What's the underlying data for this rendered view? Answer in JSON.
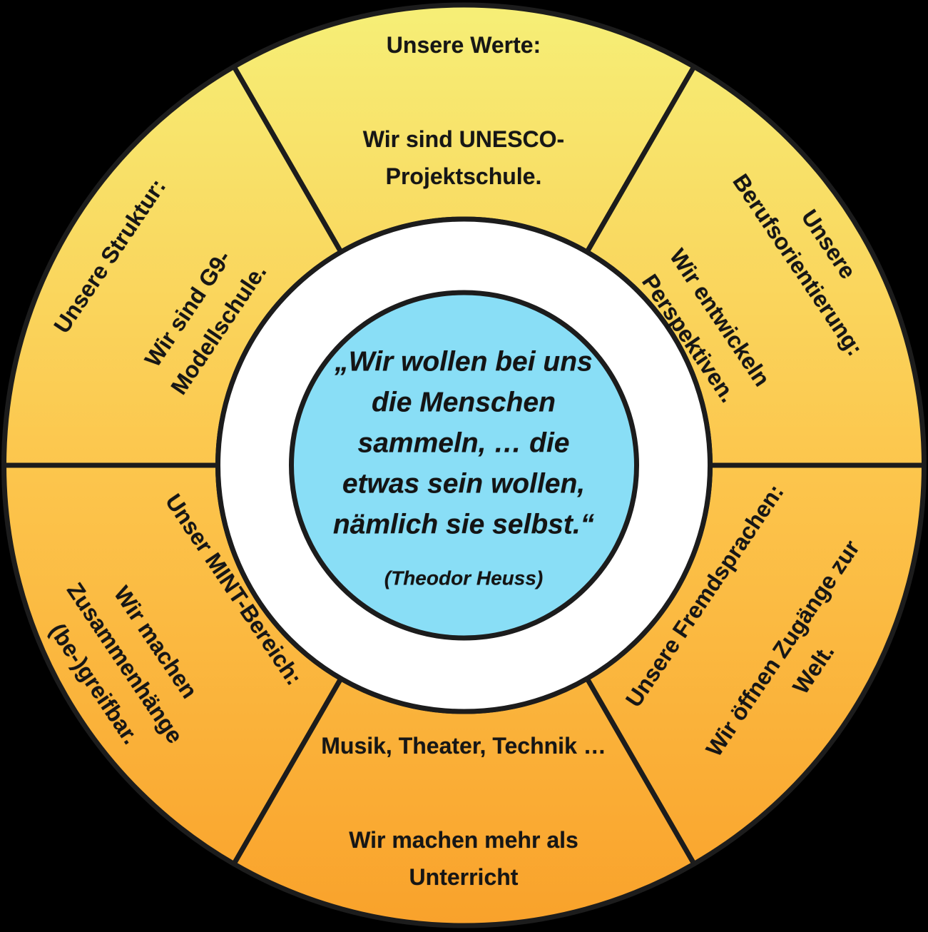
{
  "diagram": {
    "type": "school-profile-wheel",
    "colors": {
      "background": "#000000",
      "ring_gradient_top": "#f6ef77",
      "ring_gradient_mid": "#fcc64d",
      "ring_gradient_bottom": "#f9a22b",
      "inner_ring": "#ffffff",
      "center_circle": "#89def6",
      "outline": "#1c1c1c",
      "text": "#161616"
    },
    "center": {
      "quote_lines": [
        "„Wir wollen bei uns",
        "die Menschen",
        "sammeln, … die",
        "etwas sein wollen,",
        "nämlich sie selbst.“"
      ],
      "attribution": "(Theodor Heuss)"
    },
    "segments": [
      {
        "id": "werte",
        "position": "top",
        "title_lines": [
          "Unsere Werte:"
        ],
        "body_lines": [
          "Wir sind UNESCO-",
          "Projektschule."
        ]
      },
      {
        "id": "berufsorientierung",
        "position": "top-right",
        "title_lines": [
          "Unsere",
          "Berufsorientierung:"
        ],
        "body_lines": [
          "Wir entwickeln",
          "Perspektiven."
        ]
      },
      {
        "id": "struktur",
        "position": "top-left",
        "title_lines": [
          "Unsere Struktur:"
        ],
        "body_lines": [
          "Wir sind G9-",
          "Modellschule."
        ]
      },
      {
        "id": "fremdsprachen",
        "position": "bottom-right",
        "title_lines": [
          "Unsere Fremdsprachen:"
        ],
        "body_lines": [
          "Wir öffnen Zugänge zur",
          "Welt."
        ]
      },
      {
        "id": "mint",
        "position": "bottom-left",
        "title_lines": [
          "Unser MINT-Bereich:"
        ],
        "body_lines": [
          "Wir machen",
          "Zusammenhänge",
          "(be-)greifbar."
        ]
      },
      {
        "id": "musik-theater-technik",
        "position": "bottom",
        "title_lines": [
          "Musik, Theater, Technik …"
        ],
        "body_lines": [
          "Wir machen mehr als",
          "Unterricht"
        ]
      }
    ]
  }
}
